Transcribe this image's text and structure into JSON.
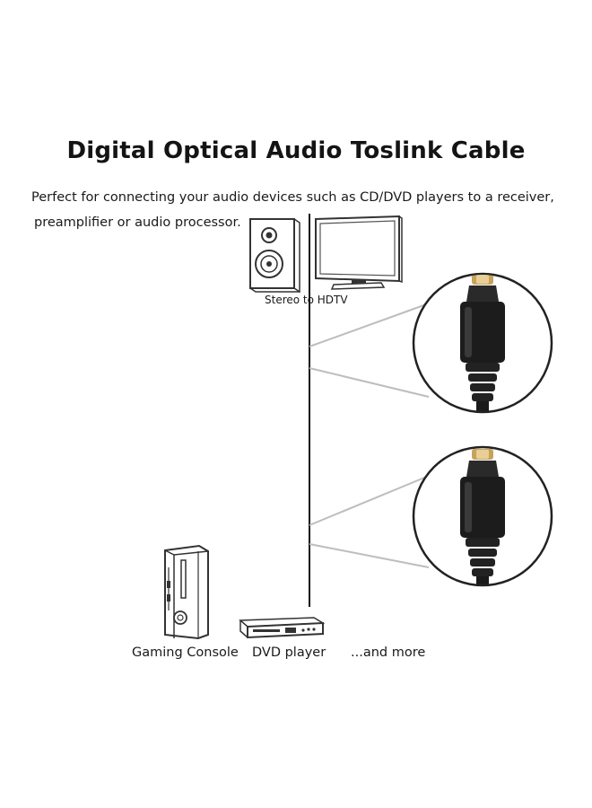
{
  "title": "Digital Optical Audio Toslink Cable",
  "description": {
    "line1": "Perfect for connecting your audio devices such as CD/DVD players to a receiver,",
    "line2": "preamplifier or audio processor."
  },
  "labels": {
    "stereo_hdtv": "Stereo to HDTV",
    "gaming_console": "Gaming Console",
    "dvd_player": "DVD player",
    "and_more": "...and more"
  },
  "icons": [
    "speaker-icon",
    "tv-icon",
    "gaming-console-icon",
    "dvd-player-icon",
    "toslink-plug-icon"
  ],
  "colors": {
    "line": "#111111",
    "zoom_lines": "#b8b8b8",
    "plug": "#1c1c1c",
    "plug_tip": "#c9a25a"
  }
}
